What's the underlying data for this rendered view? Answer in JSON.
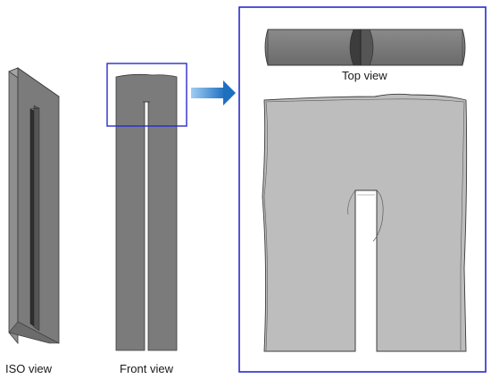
{
  "labels": {
    "iso": "ISO view",
    "front": "Front view",
    "top": "Top view"
  },
  "colors": {
    "accent": "#2a2acc",
    "arrow_light": "#6fb3ea",
    "arrow_dark": "#1f6fc0",
    "part_dark": "#6e6e6e",
    "part_mid": "#7d7d7d",
    "part_light": "#bdbdbd",
    "edge": "#3a3a3a"
  },
  "icons": {
    "flow_arrow": "arrow-right-icon"
  }
}
